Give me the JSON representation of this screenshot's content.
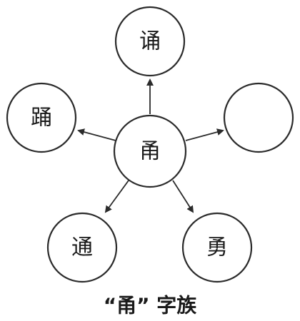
{
  "center": {
    "char": "甬"
  },
  "nodes": {
    "top": {
      "char": "诵"
    },
    "upper_left": {
      "char": "踊"
    },
    "upper_right": {
      "char": ""
    },
    "lower_left": {
      "char": "通"
    },
    "lower_right": {
      "char": "勇"
    }
  },
  "caption": "“甬” 字族"
}
